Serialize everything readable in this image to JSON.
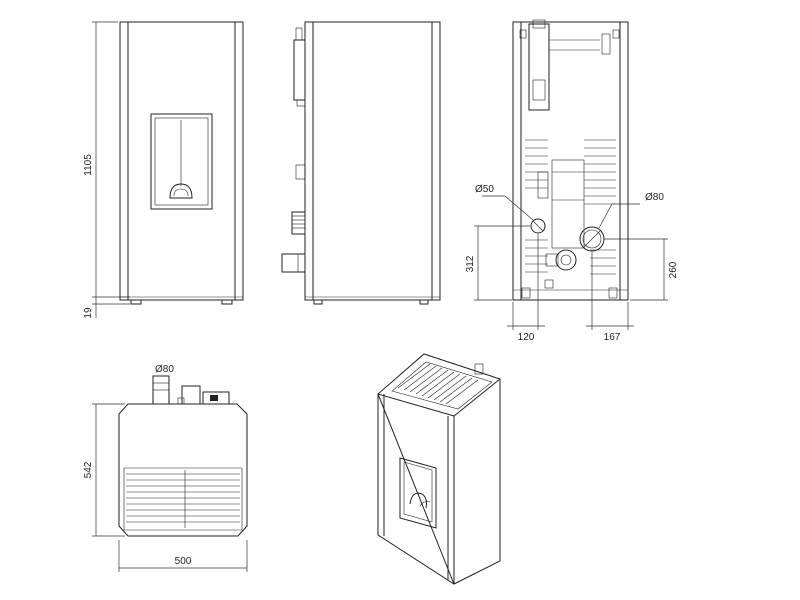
{
  "drawing": {
    "colors": {
      "line": "#222222",
      "background": "#ffffff"
    },
    "dimensions": {
      "front_height": "1105",
      "front_foot": "19",
      "rear_inlet_height": "312",
      "rear_outlet_height": "260",
      "rear_inlet_offset": "120",
      "rear_outlet_offset": "167",
      "rear_inlet_diameter": "Ø50",
      "rear_outlet_diameter": "Ø80",
      "top_flue_diameter": "Ø80",
      "top_depth": "542",
      "top_width": "500"
    }
  }
}
